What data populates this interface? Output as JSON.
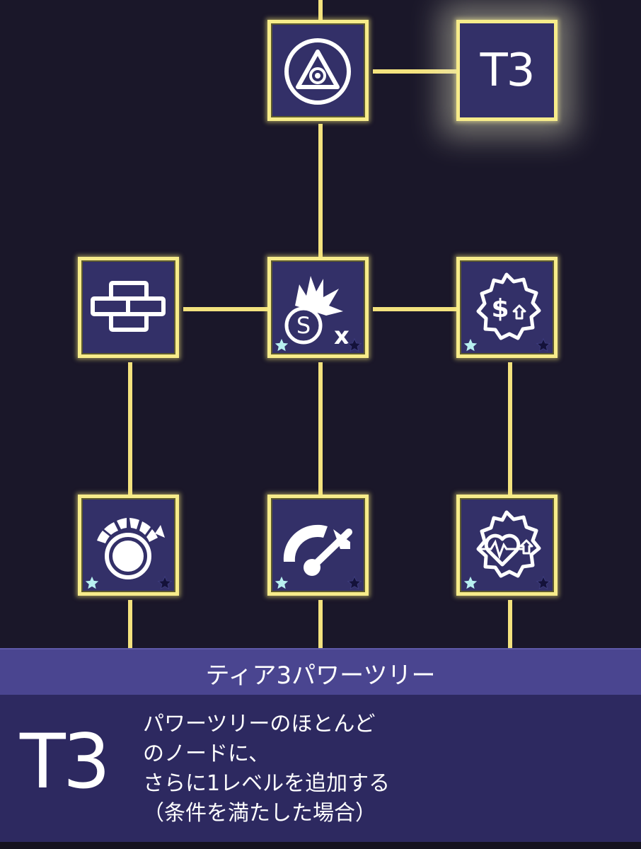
{
  "tree": {
    "tier_node_label": "T3"
  },
  "panel": {
    "title": "ティア3パワーツリー",
    "badge": "T3",
    "description_lines": [
      "パワーツリーのほとんど",
      "のノードに、",
      "さらに1レベルを追加する",
      "（条件を満たした場合）"
    ]
  },
  "colors": {
    "background": "#1a1729",
    "node_fill": "#333068",
    "node_border": "#f7ec8a",
    "connector": "#f3e27e",
    "header_bar": "#4a4590",
    "panel_body": "#2d2960",
    "star_active": "#b8f0f0",
    "star_inactive": "#14123a"
  }
}
